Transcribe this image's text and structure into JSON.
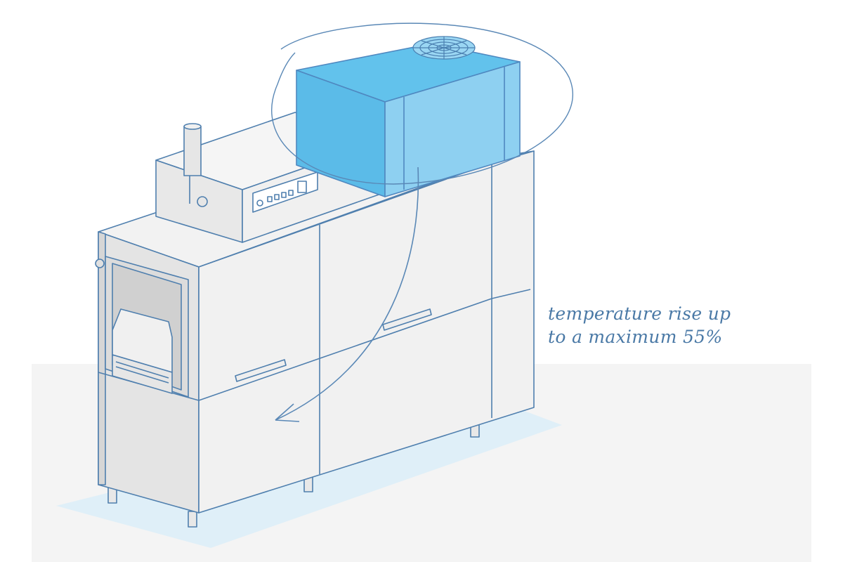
{
  "annotation": {
    "line1": "temperature rise up",
    "line2": "to a  maximum 55%"
  },
  "colors": {
    "outline": "#4f7fae",
    "steel_light": "#f3f3f3",
    "steel_mid": "#eaeaea",
    "steel_dark": "#d8d8d8",
    "heat_unit_blue": "#8dd0f0",
    "heat_unit_top": "#5cbde8",
    "floor_shadow": "#d8ecf8",
    "text_blue": "#4a79a6"
  },
  "icons": [
    "fan-grille-icon",
    "curved-arrow-icon",
    "control-panel-buttons"
  ]
}
